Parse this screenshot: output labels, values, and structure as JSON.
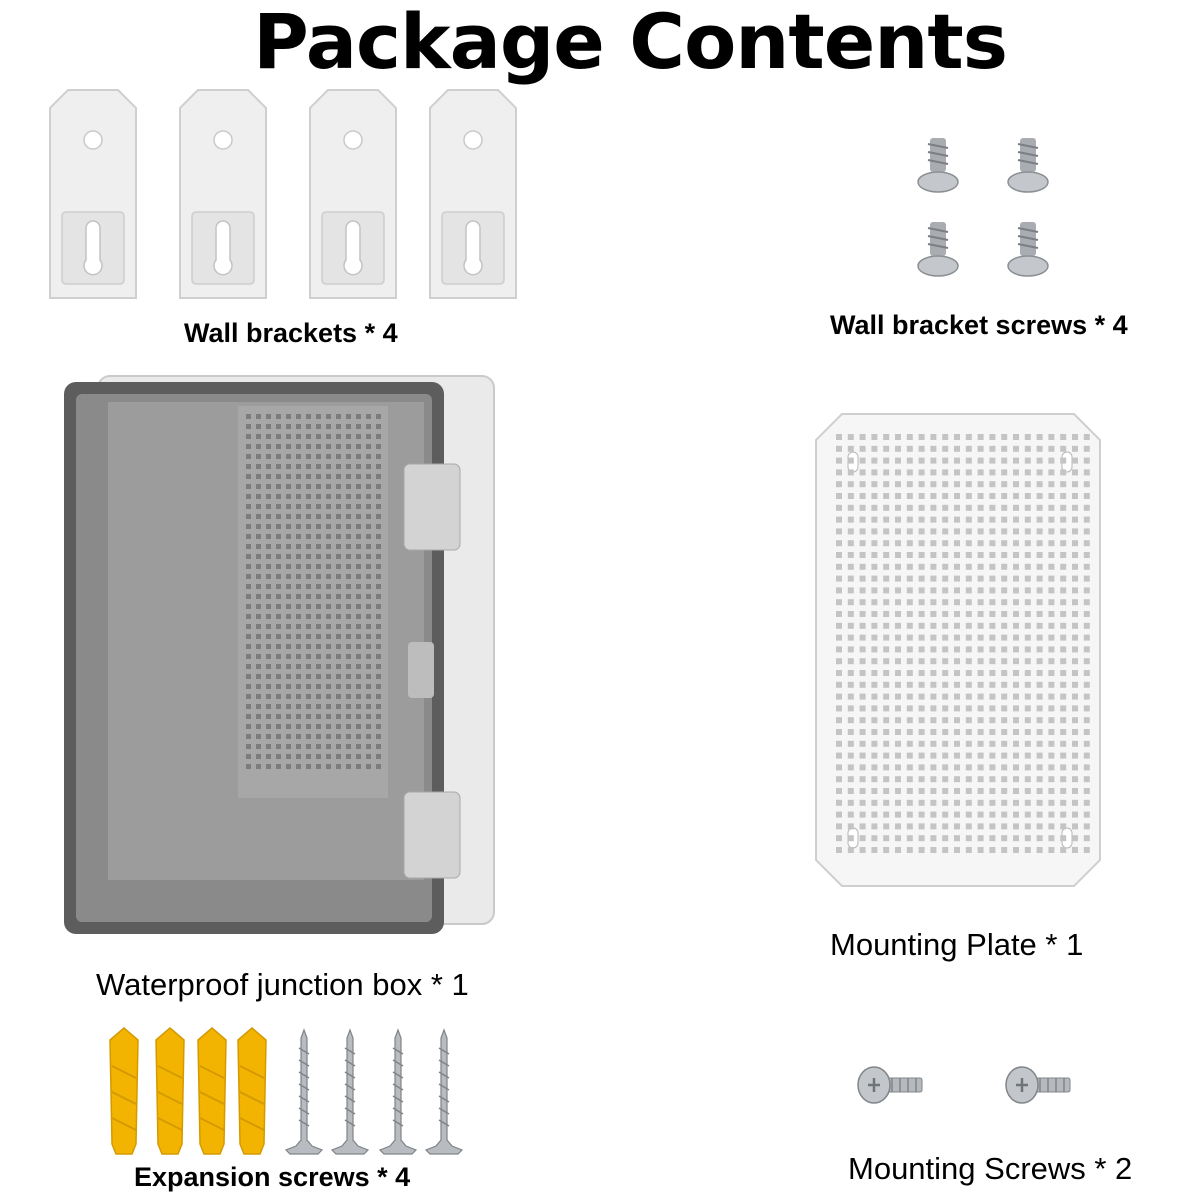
{
  "page": {
    "title": "Package Contents"
  },
  "items": {
    "wall_brackets": {
      "label": "Wall brackets * 4",
      "count": 4
    },
    "wall_bracket_screws": {
      "label": "Wall bracket screws * 4",
      "count": 4
    },
    "junction_box": {
      "label": "Waterproof junction box * 1",
      "count": 1
    },
    "mounting_plate": {
      "label": "Mounting Plate * 1",
      "count": 1
    },
    "expansion_screws": {
      "label": "Expansion screws * 4",
      "count": 4
    },
    "mounting_screws": {
      "label": "Mounting Screws * 2",
      "count": 2
    }
  },
  "colors": {
    "plastic_white": "#eeeeee",
    "plastic_edge": "#cfcfcf",
    "door_tint": "#7d7d7d",
    "anchor_yellow": "#f2b400",
    "steel": "#b8bcc0"
  }
}
